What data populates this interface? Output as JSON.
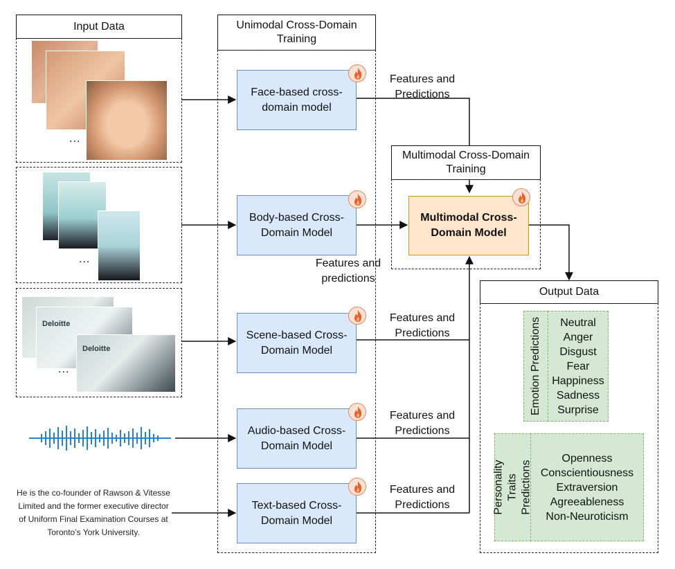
{
  "headers": {
    "input": "Input Data",
    "unimodal": "Unimodal Cross-Domain Training",
    "multimodal": "Multimodal Cross-Domain Training",
    "output": "Output Data"
  },
  "models": {
    "face": "Face-based cross-domain model",
    "body": "Body-based Cross-Domain Model",
    "scene": "Scene-based Cross-Domain Model",
    "audio": "Audio-based Cross-Domain Model",
    "text": "Text-based Cross-Domain Model",
    "multimodal": "Multimodal Cross-Domain Model"
  },
  "edge_labels": {
    "face": "Features and Predictions",
    "body": "Features and predictions",
    "scene": "Features and Predictions",
    "audio": "Features and Predictions",
    "text": "Features and Predictions"
  },
  "input_text": "He is the co-founder of Rawson & Vitesse Limited and the former executive director of Uniform Final Examination Courses at Toronto’s York University.",
  "frame_text": {
    "deloitte_1": "Deloitte",
    "deloitte_2": "Deloitte"
  },
  "ellipsis": "...",
  "emotion": {
    "label": "Emotion Predictions",
    "items": [
      "Neutral",
      "Anger",
      "Disgust",
      "Fear",
      "Happiness",
      "Sadness",
      "Surprise"
    ]
  },
  "personality": {
    "label": "Personality Traits Predictions",
    "items": [
      "Openness",
      "Conscientiousness",
      "Extraversion",
      "Agreeableness",
      "Non-Neuroticism"
    ]
  },
  "icon": "fire-icon",
  "colors": {
    "model_fill": "#dae8fc",
    "model_border": "#6c8ebf",
    "multimodal_fill": "#ffe6cc",
    "multimodal_border": "#d79b00",
    "output_fill": "#d5e8d4",
    "output_border": "#82b366"
  }
}
